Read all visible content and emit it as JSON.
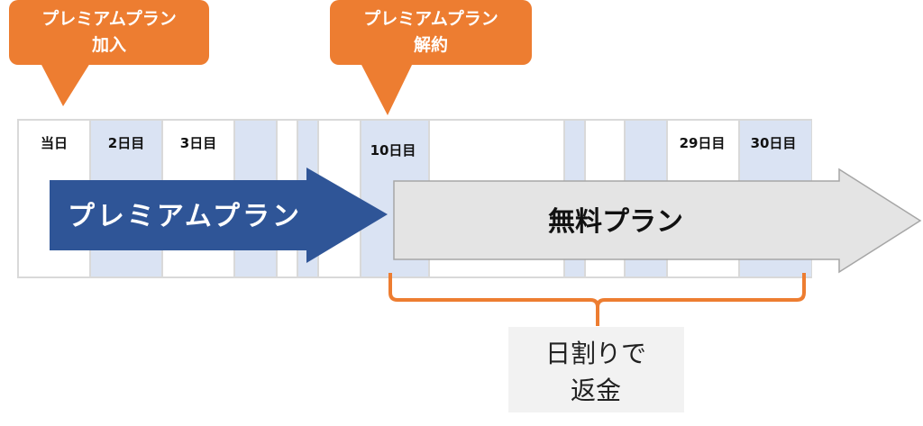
{
  "callouts": [
    {
      "line1": "プレミアムプラン",
      "line2": "加入"
    },
    {
      "line1": "プレミアムプラン",
      "line2": "解約"
    }
  ],
  "day_labels": [
    "当日",
    "2日目",
    "3日目",
    "10日目",
    "29日目",
    "30日目"
  ],
  "arrows": {
    "premium": "プレミアムプラン",
    "free": "無料プラン"
  },
  "refund_note": {
    "line1": "日割りで",
    "line2": "返金"
  },
  "colors": {
    "orange": "#ED7D31",
    "navy": "#2F5597",
    "light_blue": "#DAE3F3",
    "gray_arrow": "#E4E4E4",
    "note_bg": "#F2F2F2"
  }
}
